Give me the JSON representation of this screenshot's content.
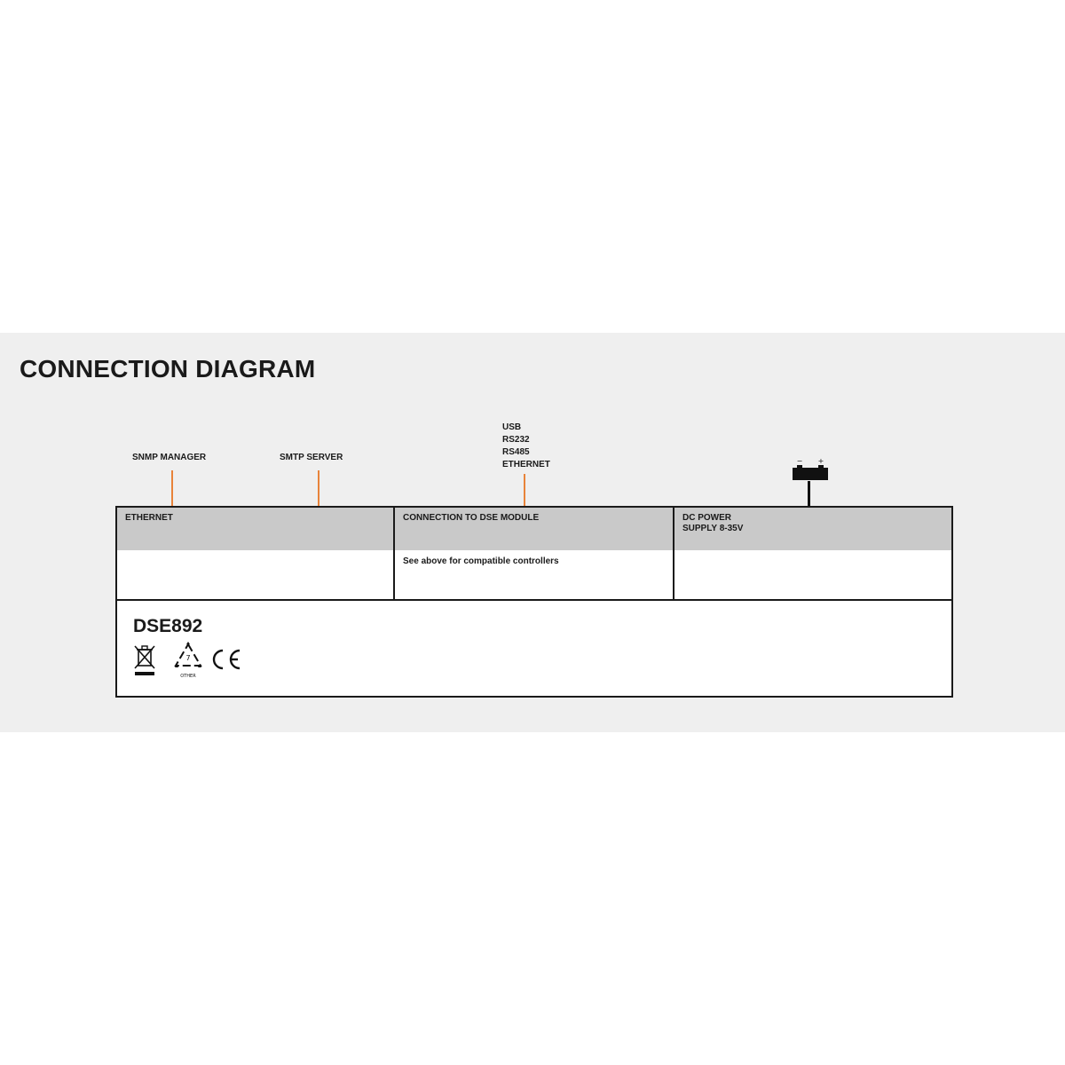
{
  "title": "CONNECTION DIAGRAM",
  "external_labels": {
    "snmp_manager": "SNMP MANAGER",
    "smtp_server": "SMTP SERVER",
    "usb": "USB",
    "rs232": "RS232",
    "rs485": "RS485",
    "ethernet": "ETHERNET",
    "battery_minus": "−",
    "battery_plus": "+"
  },
  "sections": {
    "ethernet": {
      "header": "ETHERNET",
      "body": ""
    },
    "dse_module": {
      "header": "CONNECTION TO DSE MODULE",
      "body": "See above for compatible controllers"
    },
    "dc_power": {
      "header_line1": "DC POWER",
      "header_line2": "SUPPLY 8-35V",
      "body": ""
    }
  },
  "model": "DSE892",
  "certification_marks": {
    "weee_icon": "crossed-out-bin",
    "recycle_icon": "recycle",
    "recycle_caption": "OTHER",
    "ce_mark": "CE"
  },
  "colors": {
    "background_band": "#efefef",
    "header_fill": "#c9c9c9",
    "lead_wire": "#e8833a",
    "outline": "#1a1a1a"
  }
}
